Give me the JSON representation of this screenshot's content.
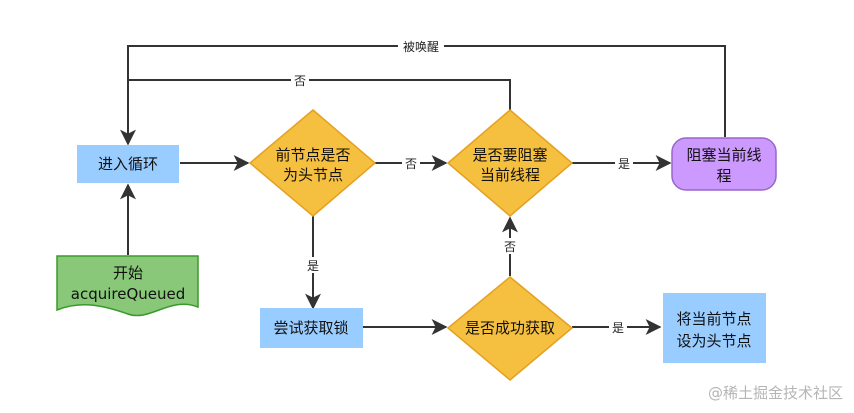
{
  "nodes": {
    "loop": "进入循环",
    "start_line1": "开始",
    "start_line2": "acquireQueued",
    "is_head_line1": "前节点是否",
    "is_head_line2": "为头节点",
    "should_block_line1": "是否要阻塞",
    "should_block_line2": "当前线程",
    "block_line1": "阻塞当前线",
    "block_line2": "程",
    "try_acquire": "尝试获取锁",
    "acquired": "是否成功获取",
    "set_head_line1": "将当前节点",
    "set_head_line2": "设为头节点"
  },
  "edges": {
    "woken_up": "被唤醒",
    "no": "否",
    "yes": "是"
  },
  "watermark": "@稀土掘金技术社区",
  "colors": {
    "blue_box": "#99ccff",
    "diamond_fill": "#f5c040",
    "diamond_stroke": "#e5a020",
    "green_doc": "#88c878",
    "green_stroke": "#3a9a2a",
    "purple": "#cc99ff",
    "purple_stroke": "#9966cc",
    "line": "#333333"
  }
}
